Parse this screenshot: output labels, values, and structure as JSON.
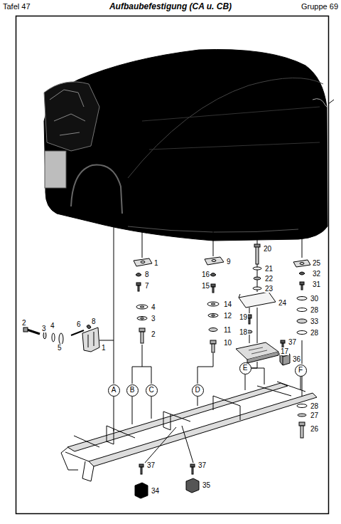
{
  "diagram": {
    "title": "Aufbaubefestigung (CA u. CB)",
    "nodes": [
      {
        "text": [
          "A"
        ]
      },
      {
        "text": [
          "B"
        ]
      },
      {
        "text": [
          "C"
        ]
      },
      {
        "text": [
          "D"
        ]
      },
      {
        "text": [
          "E"
        ]
      },
      {
        "text": [
          "F"
        ]
      }
    ],
    "labels": [
      "Tafel 47",
      "Gruppe 69",
      "1",
      "8",
      "7",
      "4",
      "3",
      "2",
      "9",
      "16",
      "15",
      "14",
      "12",
      "11",
      "10",
      "20",
      "21",
      "22",
      "23",
      "24",
      "19",
      "18",
      "17",
      "25",
      "32",
      "31",
      "30",
      "28",
      "33",
      "28",
      "37",
      "36",
      "28",
      "27",
      "26",
      "2",
      "3",
      "4",
      "5",
      "6",
      "8",
      "1",
      "37",
      "34",
      "37",
      "35"
    ]
  }
}
